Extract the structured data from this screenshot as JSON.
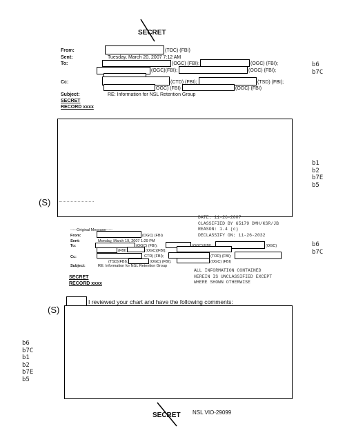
{
  "top_marking": "SECRET",
  "bottom_marking": "SECRET",
  "email1": {
    "from_label": "From:",
    "from_value": "(TOC) (FBI)",
    "sent_label": "Sent:",
    "sent_value": "Tuesday, March 20, 2007 7:12 AM",
    "to_label": "To:",
    "to_values": [
      "(OGC) (FBI);",
      "(OGC) (FBI);",
      "(OGC)(FBI);",
      "(OGC) (FBI);"
    ],
    "cc_label": "Cc:",
    "cc_values": [
      "(CTD) (FBI);",
      "(TSD) (FBI);",
      "OGC) (FBI)",
      "(OGC) (FBI)"
    ],
    "subject_label": "Subject:",
    "subject_value": "RE: Information for NSL Retention Group",
    "class_line": "SECRET",
    "record_line": "RECORD xxxx"
  },
  "email2": {
    "original_message": "-----Original Message-----",
    "from_label": "From:",
    "from_value": "(OGC) (FBI)",
    "sent_label": "Sent:",
    "sent_value": "Monday, March 19, 2007 1:29 PM",
    "to_label": "To:",
    "to_values": [
      "(OGC) (FBI);",
      "(OGC)(FBI);",
      "(OGC)",
      "(FBI);",
      "(OGC)(FBI);"
    ],
    "cc_label": "Cc:",
    "cc_values": [
      "CTD) (FBI);",
      "(TOD) (FBI);",
      "(TSD)(FBI);",
      "(OGC) (FBI);",
      "(OGC) (FBI)"
    ],
    "subject_label": "Subject:",
    "subject_value": "RE: Information for NSL Retention Group",
    "class_line": "SECRET",
    "record_line": "RECORD xxxx"
  },
  "classification_stamp": [
    "DATE: 11-26-2007",
    "CLASSIFIED BY 65179 DMH/KSR/JB",
    "REASON: 1.4 (c)",
    "DECLASSIFY ON: 11-26-2032"
  ],
  "unclassified_note": [
    "ALL INFORMATION CONTAINED",
    "HEREIN IS UNCLASSIFIED EXCEPT",
    "WHERE SHOWN OTHERWISE"
  ],
  "body_text": "I reviewed your chart and have the following comments:",
  "s_flags": [
    "(S)",
    "(S)"
  ],
  "exemptions": {
    "header_right": [
      "b6",
      "b7C"
    ],
    "box_right": [
      "b1",
      "b2",
      "b7E",
      "b5"
    ],
    "email2_right": [
      "b6",
      "b7C"
    ],
    "bottom_left": [
      "b6",
      "b7C",
      "b1",
      "b2",
      "b7E",
      "b5"
    ]
  },
  "bates": "NSL VIO-29099"
}
